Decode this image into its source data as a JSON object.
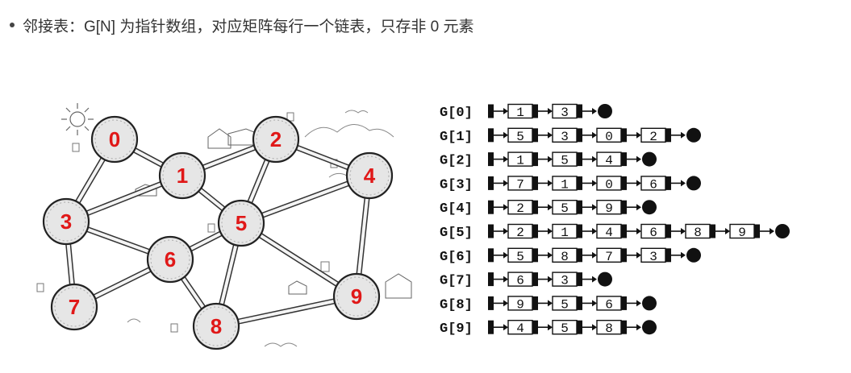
{
  "bullet": {
    "text": "邻接表：G[N] 为指针数组，对应矩阵每行一个链表，只存非 0 元素"
  },
  "graph": {
    "nodes": [
      "0",
      "1",
      "2",
      "3",
      "4",
      "5",
      "6",
      "7",
      "8",
      "9"
    ],
    "edges": [
      [
        0,
        1
      ],
      [
        0,
        3
      ],
      [
        1,
        2
      ],
      [
        1,
        3
      ],
      [
        1,
        5
      ],
      [
        2,
        4
      ],
      [
        2,
        5
      ],
      [
        3,
        6
      ],
      [
        3,
        7
      ],
      [
        4,
        5
      ],
      [
        4,
        9
      ],
      [
        5,
        6
      ],
      [
        5,
        8
      ],
      [
        5,
        9
      ],
      [
        6,
        7
      ],
      [
        6,
        8
      ],
      [
        8,
        9
      ]
    ],
    "colors": {
      "node_text": "#e01818",
      "node_fill": "#e6e6e6",
      "stroke": "#222222"
    }
  },
  "adjacency": {
    "rows": [
      {
        "label": "G[0]",
        "items": [
          "1",
          "3"
        ]
      },
      {
        "label": "G[1]",
        "items": [
          "5",
          "3",
          "0",
          "2"
        ]
      },
      {
        "label": "G[2]",
        "items": [
          "1",
          "5",
          "4"
        ]
      },
      {
        "label": "G[3]",
        "items": [
          "7",
          "1",
          "0",
          "6"
        ]
      },
      {
        "label": "G[4]",
        "items": [
          "2",
          "5",
          "9"
        ]
      },
      {
        "label": "G[5]",
        "items": [
          "2",
          "1",
          "4",
          "6",
          "8",
          "9"
        ]
      },
      {
        "label": "G[6]",
        "items": [
          "5",
          "8",
          "7",
          "3"
        ]
      },
      {
        "label": "G[7]",
        "items": [
          "6",
          "3"
        ]
      },
      {
        "label": "G[8]",
        "items": [
          "9",
          "5",
          "6"
        ]
      },
      {
        "label": "G[9]",
        "items": [
          "4",
          "5",
          "8"
        ]
      }
    ]
  }
}
